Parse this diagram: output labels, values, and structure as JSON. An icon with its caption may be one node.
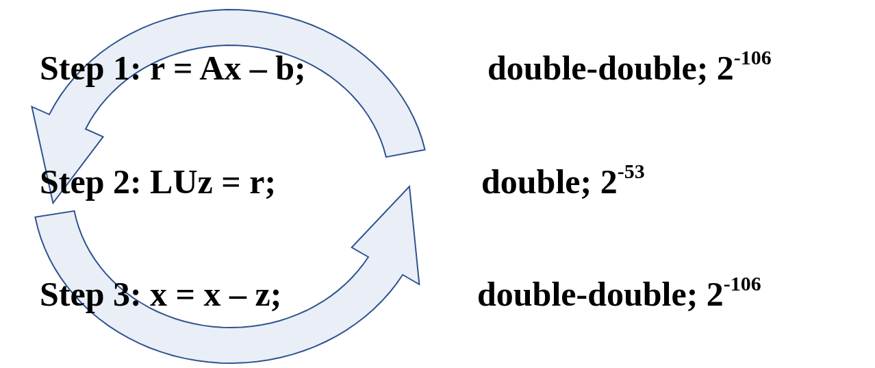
{
  "diagram": {
    "nodes": [
      {
        "text": [
          "Step 1: r = Ax – b;"
        ]
      },
      {
        "text": [
          "Step 2: LUz = r;"
        ]
      },
      {
        "text": [
          "Step 3: x = x – z;"
        ]
      }
    ],
    "edges": [
      {
        "from": 0,
        "to": 1,
        "arrow": "to"
      },
      {
        "from": 2,
        "to": 0,
        "arrow": "to"
      }
    ],
    "labels": [
      "double-double; 2$^{-106}$",
      "double; 2$^{-53}$",
      "double-double; 2$^{-106}$"
    ]
  }
}
